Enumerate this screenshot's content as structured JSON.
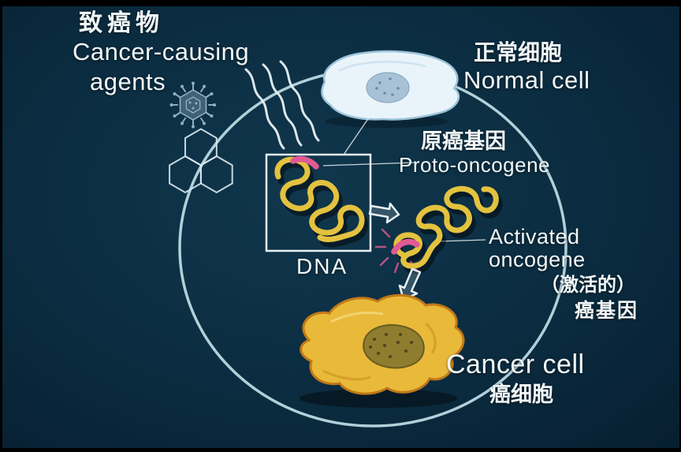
{
  "slide": {
    "carcinogens": {
      "zh": "致癌物",
      "en_line1": "Cancer-causing",
      "en_line2": "agents"
    },
    "normal_cell": {
      "zh": "正常细胞",
      "en": "Normal cell"
    },
    "proto_oncogene": {
      "zh": "原癌基因",
      "en": "Proto-oncogene"
    },
    "dna": "DNA",
    "activated_oncogene": {
      "en_line1": "Activated",
      "en_line2": "oncogene",
      "zh_line1": "（激活的）",
      "zh_line2": "癌基因"
    },
    "cancer_cell": {
      "en": "Cancer cell",
      "zh": "癌细胞"
    }
  },
  "icons": {
    "virus": "virus-icon",
    "aromatic_hydrocarbon": "aromatic-hydrocarbon-icon",
    "radiation": "radiation-squiggle-icon",
    "arrow_right": "arrow-right-icon",
    "arrow_down": "arrow-down-icon"
  },
  "colors": {
    "bg-center": "#10374d",
    "bg-edge": "#071f30",
    "circle-stroke": "#bcd9e2",
    "text": "#f2f7f8",
    "dna-yellow": "#e3c23f",
    "oncogene-pink": "#e05a94",
    "cancer-fill": "#e9b93a",
    "cancer-outline": "#c07818",
    "normal-fill": "#e9f4fa",
    "normal-outline": "#9cc4da",
    "nucleus-blue": "#a7c2d6",
    "nucleus-olive": "#8f7d2f"
  }
}
